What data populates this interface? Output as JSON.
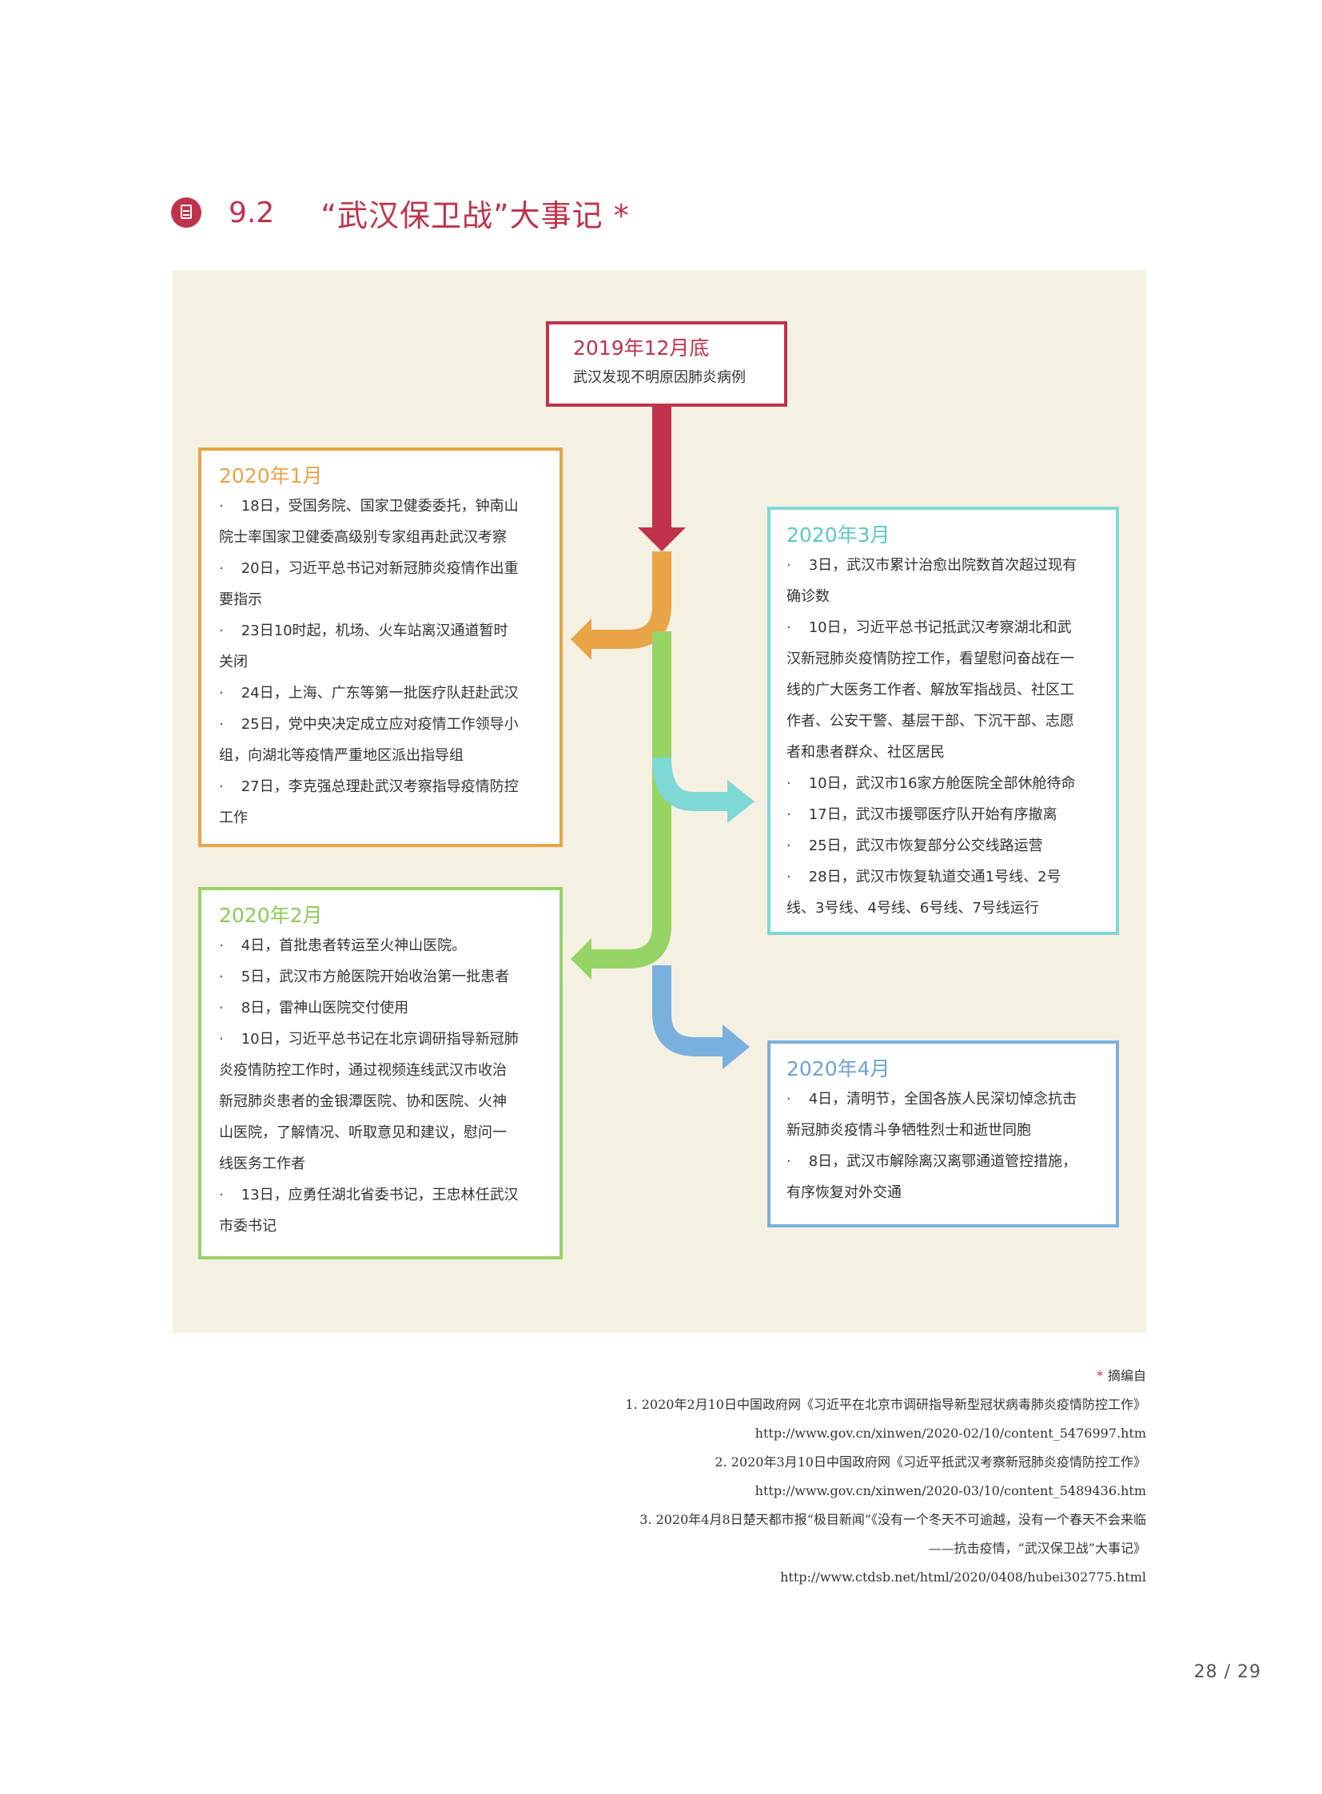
{
  "section": {
    "number": "9.2",
    "title": "“武汉保卫战”大事记 *"
  },
  "colors": {
    "red": "#c0324b",
    "orange": "#e8a446",
    "green": "#97d466",
    "teal": "#7dd8d6",
    "blue": "#7ab0de",
    "background": "#f4f0e2"
  },
  "timeline": {
    "dec": {
      "date": "2019年12月底",
      "desc": "武汉发现不明原因肺炎病例"
    },
    "jan": {
      "date": "2020年1月",
      "lines": [
        {
          "dot": "·",
          "text": "18日，受国务院、国家卫健委委托，钟南山"
        },
        {
          "dot": "",
          "text": "院士率国家卫健委高级别专家组再赴武汉考察"
        },
        {
          "dot": "·",
          "text": "20日，习近平总书记对新冠肺炎疫情作出重"
        },
        {
          "dot": "",
          "text": "要指示"
        },
        {
          "dot": "·",
          "text": "23日10时起，机场、火车站离汉通道暂时"
        },
        {
          "dot": "",
          "text": "关闭"
        },
        {
          "dot": "·",
          "text": "24日，上海、广东等第一批医疗队赶赴武汉"
        },
        {
          "dot": "·",
          "text": "25日，党中央决定成立应对疫情工作领导小"
        },
        {
          "dot": "",
          "text": "组，向湖北等疫情严重地区派出指导组"
        },
        {
          "dot": "·",
          "text": "27日，李克强总理赴武汉考察指导疫情防控"
        },
        {
          "dot": "",
          "text": "工作"
        }
      ]
    },
    "feb": {
      "date": "2020年2月",
      "lines": [
        {
          "dot": "·",
          "text": "4日，首批患者转运至火神山医院。"
        },
        {
          "dot": "·",
          "text": "5日，武汉市方舱医院开始收治第一批患者"
        },
        {
          "dot": "·",
          "text": "8日，雷神山医院交付使用"
        },
        {
          "dot": "·",
          "text": "10日，习近平总书记在北京调研指导新冠肺"
        },
        {
          "dot": "",
          "text": "炎疫情防控工作时，通过视频连线武汉市收治"
        },
        {
          "dot": "",
          "text": "新冠肺炎患者的金银潭医院、协和医院、火神"
        },
        {
          "dot": "",
          "text": "山医院，了解情况、听取意见和建议，慰问一"
        },
        {
          "dot": "",
          "text": "线医务工作者"
        },
        {
          "dot": "·",
          "text": "13日，应勇任湖北省委书记，王忠林任武汉"
        },
        {
          "dot": "",
          "text": "市委书记"
        }
      ]
    },
    "mar": {
      "date": "2020年3月",
      "lines": [
        {
          "dot": "·",
          "text": "3日，武汉市累计治愈出院数首次超过现有"
        },
        {
          "dot": "",
          "text": "确诊数"
        },
        {
          "dot": "·",
          "text": "10日，习近平总书记抵武汉考察湖北和武"
        },
        {
          "dot": "",
          "text": "汉新冠肺炎疫情防控工作，看望慰问奋战在一"
        },
        {
          "dot": "",
          "text": "线的广大医务工作者、解放军指战员、社区工"
        },
        {
          "dot": "",
          "text": "作者、公安干警、基层干部、下沉干部、志愿"
        },
        {
          "dot": "",
          "text": "者和患者群众、社区居民"
        },
        {
          "dot": "·",
          "text": "10日，武汉市16家方舱医院全部休舱待命"
        },
        {
          "dot": "·",
          "text": "17日，武汉市援鄂医疗队开始有序撤离"
        },
        {
          "dot": "·",
          "text": "25日，武汉市恢复部分公交线路运营"
        },
        {
          "dot": "·",
          "text": "28日，武汉市恢复轨道交通1号线、2号"
        },
        {
          "dot": "",
          "text": "线、3号线、4号线、6号线、7号线运行"
        }
      ]
    },
    "apr": {
      "date": "2020年4月",
      "lines": [
        {
          "dot": "·",
          "text": "4日，清明节，全国各族人民深切悼念抗击"
        },
        {
          "dot": "",
          "text": "新冠肺炎疫情斗争牺牲烈士和逝世同胞"
        },
        {
          "dot": "·",
          "text": "8日，武汉市解除离汉离鄂通道管控措施，"
        },
        {
          "dot": "",
          "text": "有序恢复对外交通"
        }
      ]
    }
  },
  "sources": {
    "star": "*",
    "label": "摘编自",
    "lines": [
      "1.  2020年2月10日中国政府网《习近平在北京市调研指导新型冠状病毒肺炎疫情防控工作》",
      "http://www.gov.cn/xinwen/2020-02/10/content_5476997.htm",
      "2.  2020年3月10日中国政府网《习近平抵武汉考察新冠肺炎疫情防控工作》",
      "http://www.gov.cn/xinwen/2020-03/10/content_5489436.htm",
      "3.  2020年4月8日楚天都市报“极目新闻”《没有一个冬天不可逾越，没有一个春天不会来临",
      "——抗击疫情，“武汉保卫战”大事记》",
      "http://www.ctdsb.net/html/2020/0408/hubei302775.html"
    ]
  },
  "page": {
    "number": "28  /  29"
  }
}
